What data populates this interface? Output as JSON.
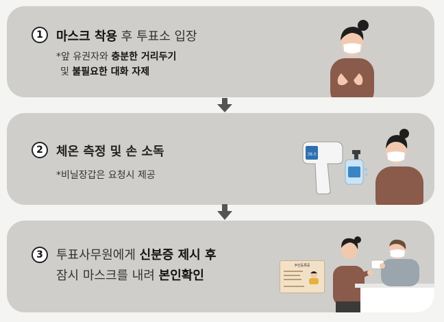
{
  "steps": [
    {
      "number": "1",
      "title_bold": "마스크 착용",
      "title_rest": " 후 투표소 입장",
      "note_line1_a": "*앞 유권자와 ",
      "note_line1_b": "충분한 거리두기",
      "note_line2_a": "및 ",
      "note_line2_b": "불필요한 대화 자제"
    },
    {
      "number": "2",
      "title": "체온 측정 및 손 소독",
      "note": "*비닐장갑은 요청시 제공",
      "thermometer_label": "38.0"
    },
    {
      "number": "3",
      "title_line1_a": "투표사무원에게 ",
      "title_line1_b": "신분증 제시 후",
      "title_line2_a": "잠시 마스크를 내려 ",
      "title_line2_b": "본인확인",
      "id_card_title": "주민등록증"
    }
  ],
  "colors": {
    "card_bg": "#cfcecb",
    "page_bg": "#f4f4f2",
    "arrow": "#555555",
    "sweater": "#8a5a4a",
    "hair": "#1e1e1e",
    "skin": "#f3c9ae",
    "mask": "#ffffff"
  },
  "icons": [
    "person-with-mask-icon",
    "thermometer-icon",
    "sanitizer-icon",
    "id-card-icon",
    "poll-worker-icon",
    "down-arrow-icon"
  ]
}
